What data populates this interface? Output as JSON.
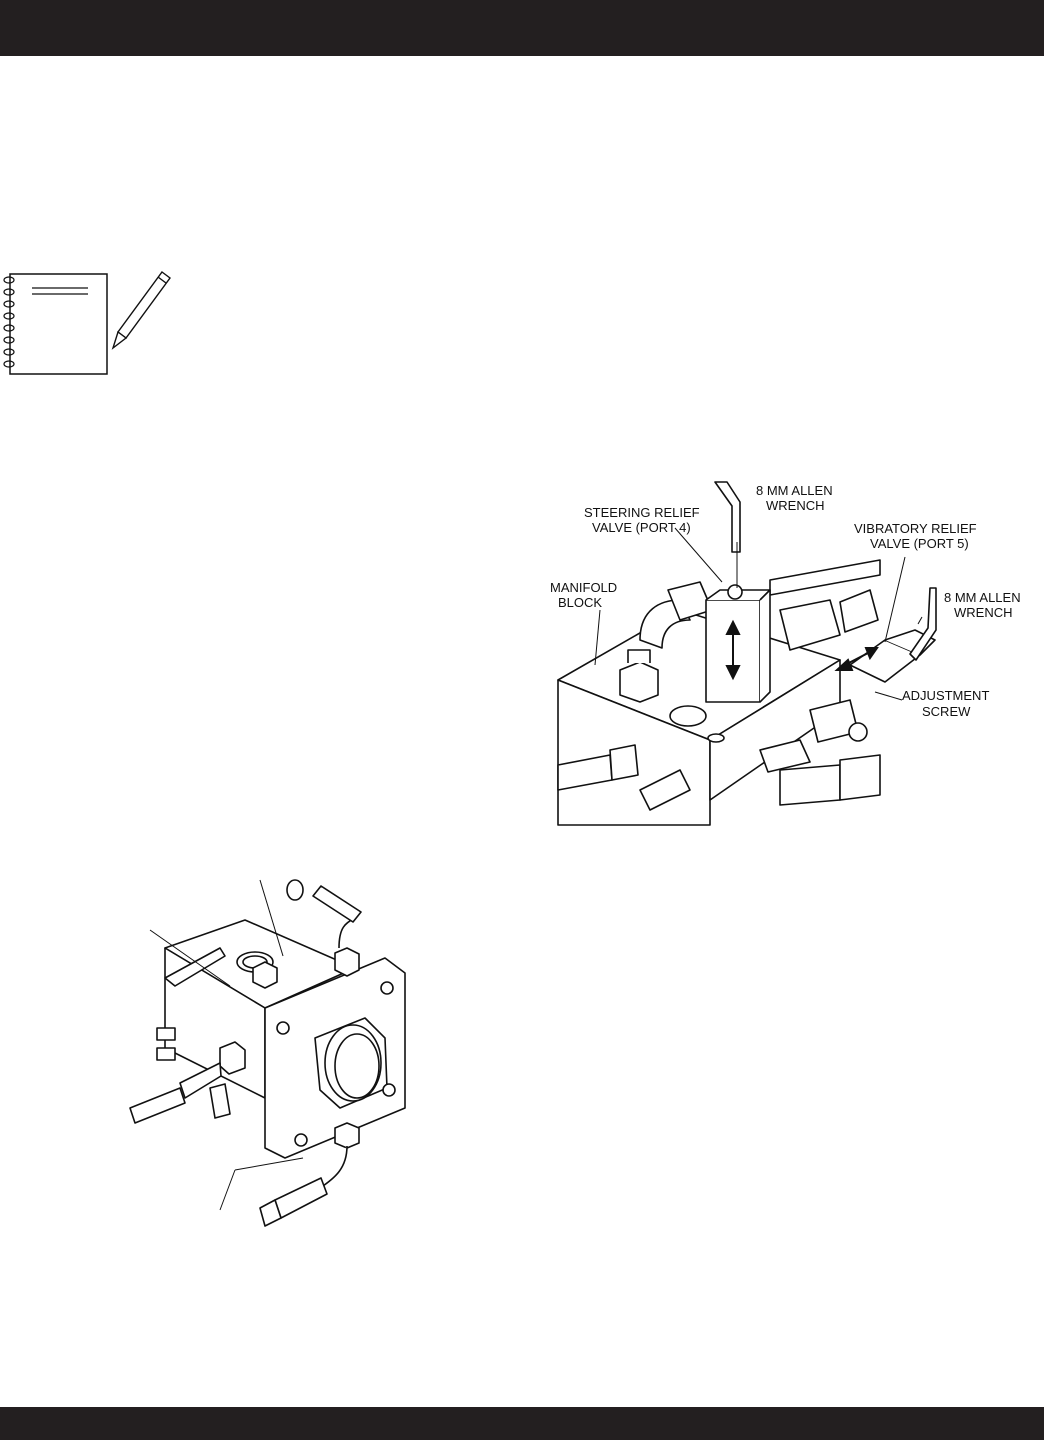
{
  "header": {
    "bar_color": "#231f20"
  },
  "footer": {
    "bar_color": "#231f20"
  },
  "note_icon": {
    "icon": "notebook-pencil-icon"
  },
  "manifold_figure": {
    "labels": {
      "wrench_top_1": "8 MM ALLEN",
      "wrench_top_2": "WRENCH",
      "steering_1": "STEERING RELIEF",
      "steering_2": "VALVE (PORT 4)",
      "vibratory_1": "VIBRATORY  RELIEF",
      "vibratory_2": "VALVE (PORT 5)",
      "manifold_1": "MANIFOLD",
      "manifold_2": "BLOCK",
      "wrench_right_1": "8 MM ALLEN",
      "wrench_right_2": "WRENCH",
      "adjust_1": "ADJUSTMENT",
      "adjust_2": "SCREW"
    }
  },
  "pump_figure": {
    "icon": "hydraulic-pump-illustration"
  }
}
